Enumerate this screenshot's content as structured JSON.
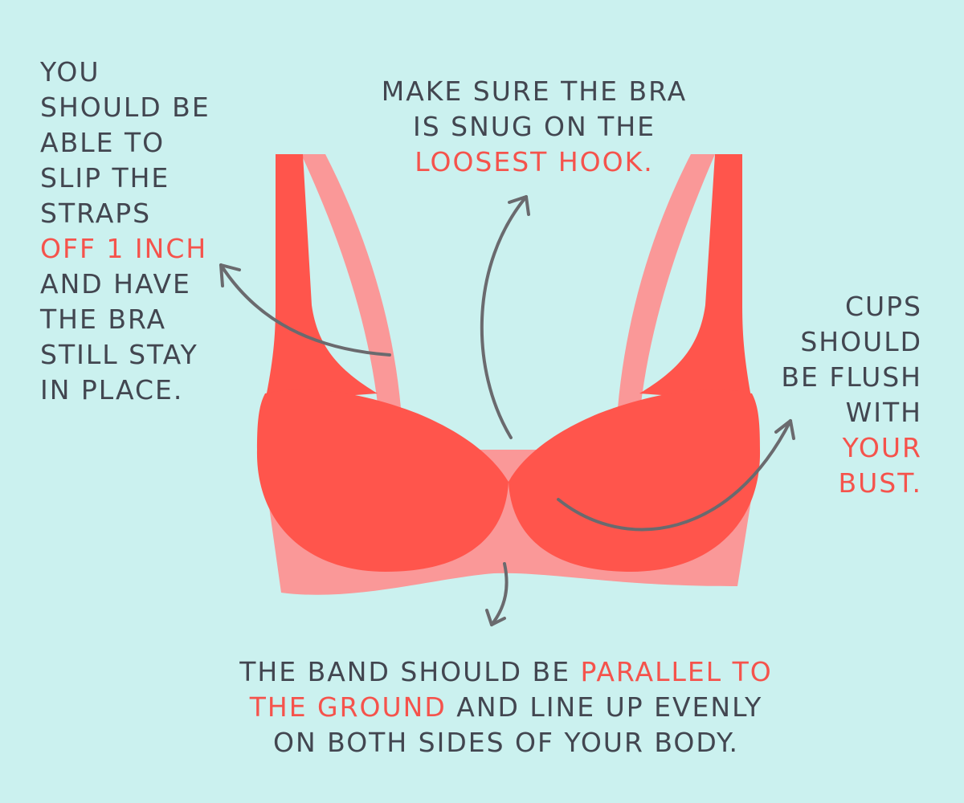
{
  "colors": {
    "background": "#cbf1ef",
    "text": "#424650",
    "accent": "#f5534c",
    "bra_primary": "#ff554c",
    "bra_secondary": "#fa9898",
    "arrow": "#6a6a6e"
  },
  "notes": {
    "straps": {
      "lines": [
        "YOU",
        "SHOULD BE",
        "ABLE TO",
        "SLIP THE",
        "STRAPS"
      ],
      "highlight": "OFF 1 INCH",
      "after": [
        "AND HAVE",
        "THE BRA",
        "STILL STAY",
        "IN PLACE."
      ]
    },
    "hook": {
      "lines": [
        "MAKE SURE THE BRA",
        "IS SNUG ON THE"
      ],
      "highlight": "LOOSEST HOOK."
    },
    "cups": {
      "lines": [
        "CUPS",
        "SHOULD",
        "BE FLUSH",
        "WITH"
      ],
      "highlight": [
        "YOUR",
        "BUST."
      ]
    },
    "band": {
      "line1_text": "THE BAND SHOULD BE ",
      "line1_highlight": "PARALLEL TO",
      "line2_highlight": "THE GROUND",
      "line2_text": " AND LINE UP EVENLY",
      "line3_text": "ON BOTH SIDES OF YOUR BODY."
    }
  },
  "illustration": {
    "icon": "bra-icon",
    "arrows": [
      "arrow-straps-icon",
      "arrow-hook-icon",
      "arrow-cups-icon",
      "arrow-band-icon"
    ]
  }
}
